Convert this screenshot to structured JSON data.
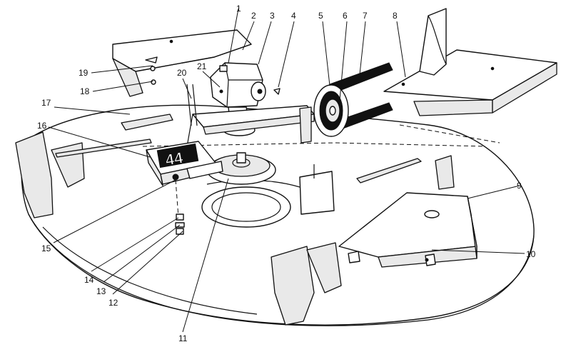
{
  "diagram": {
    "plate_label": "44",
    "callouts": [
      "1",
      "2",
      "3",
      "4",
      "5",
      "6",
      "7",
      "8",
      "9",
      "10",
      "11",
      "12",
      "13",
      "14",
      "15",
      "16",
      "17",
      "18",
      "19",
      "20",
      "21"
    ]
  }
}
